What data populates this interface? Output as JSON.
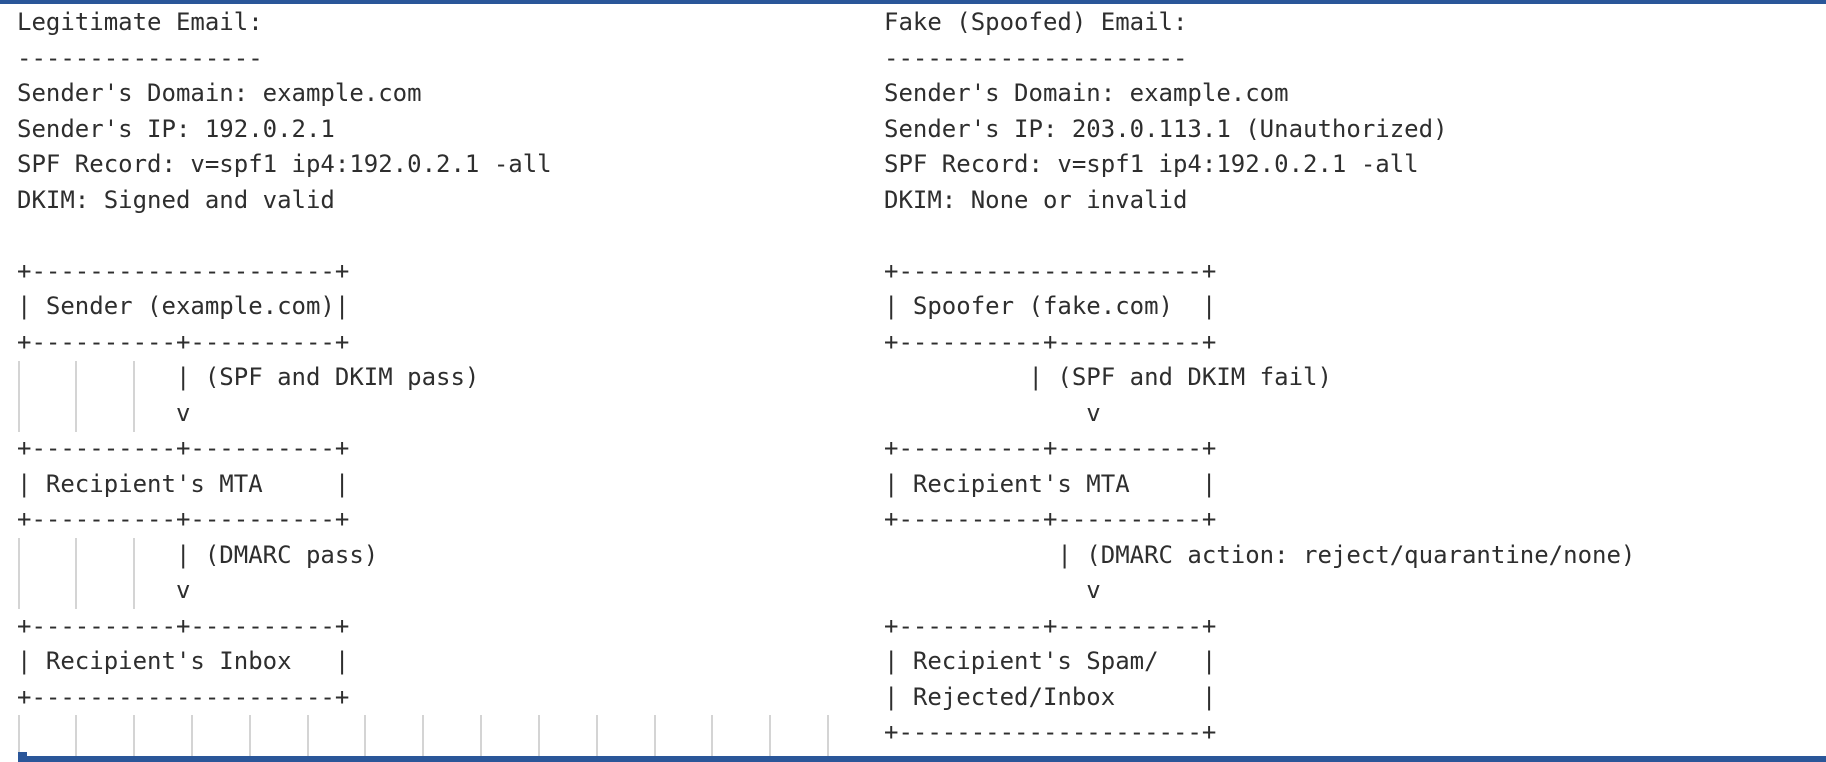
{
  "page": {
    "background": "#ffffff",
    "accent_blue": "#2a5699",
    "text_color": "#2e2e2e",
    "indent_guide_color": "#d4d4d4"
  },
  "editor": {
    "left_column": {
      "heading": "Legitimate Email:",
      "facts": {
        "senders_domain": "example.com",
        "senders_ip": "192.0.2.1",
        "spf_record": "v=spf1 ip4:192.0.2.1 -all",
        "dkim": "Signed and valid"
      },
      "flow_nodes": [
        "Sender (example.com)",
        "Recipient's MTA",
        "Recipient's Inbox"
      ],
      "flow_edges": [
        "(SPF and DKIM pass)",
        "(DMARC pass)"
      ],
      "lines": [
        "Legitimate Email:",
        "-----------------",
        "Sender's Domain: example.com",
        "Sender's IP: 192.0.2.1",
        "SPF Record: v=spf1 ip4:192.0.2.1 -all",
        "DKIM: Signed and valid",
        "",
        "+---------------------+",
        "| Sender (example.com)|",
        "+----------+----------+",
        "           | (SPF and DKIM pass)",
        "           v",
        "+----------+----------+",
        "| Recipient's MTA     |",
        "+----------+----------+",
        "           | (DMARC pass)",
        "           v",
        "+----------+----------+",
        "| Recipient's Inbox   |",
        "+---------------------+",
        ""
      ]
    },
    "right_column": {
      "heading": "Fake (Spoofed) Email:",
      "facts": {
        "senders_domain": "example.com",
        "senders_ip": "203.0.113.1 (Unauthorized)",
        "spf_record": "v=spf1 ip4:192.0.2.1 -all",
        "dkim": "None or invalid"
      },
      "flow_nodes": [
        "Spoofer (fake.com)",
        "Recipient's MTA",
        "Recipient's Spam/ Rejected/Inbox"
      ],
      "flow_edges": [
        "(SPF and DKIM fail)",
        "(DMARC action: reject/quarantine/none)"
      ],
      "lines": [
        "Fake (Spoofed) Email:",
        "---------------------",
        "Sender's Domain: example.com",
        "Sender's IP: 203.0.113.1 (Unauthorized)",
        "SPF Record: v=spf1 ip4:192.0.2.1 -all",
        "DKIM: None or invalid",
        "",
        "+---------------------+",
        "| Spoofer (fake.com)  |",
        "+----------+----------+",
        "          | (SPF and DKIM fail)",
        "              v",
        "+----------+----------+",
        "| Recipient's MTA     |",
        "+----------+----------+",
        "            | (DMARC action: reject/quarantine/none)",
        "              v",
        "+----------+----------+",
        "| Recipient's Spam/   |",
        "| Rejected/Inbox      |",
        "+---------------------+"
      ]
    }
  }
}
